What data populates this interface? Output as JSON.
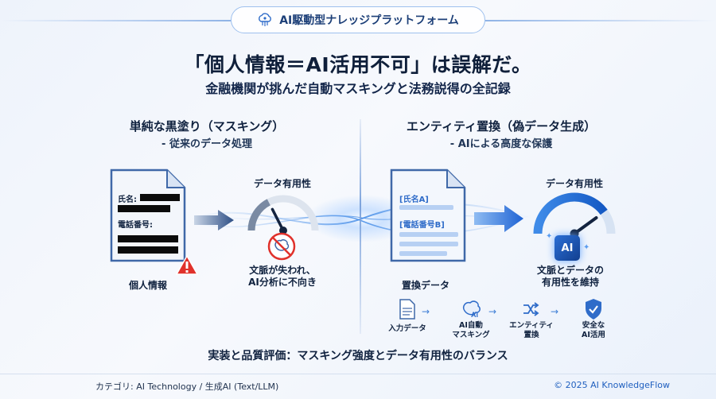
{
  "header": {
    "banner": "AI駆動型ナレッジプラットフォーム",
    "headline": "「個人情報＝AI活用不可」は誤解だ。",
    "subline": "金融機関が挑んだ自動マスキングと法務説得の全記録"
  },
  "left": {
    "title": "単純な黒塗り（マスキング）",
    "subtitle": "- 従来のデータ処理",
    "doc_fields": [
      "氏名:",
      "電話番号:"
    ],
    "doc_caption": "個人情報",
    "gauge_title": "データ有用性",
    "gauge_level": 0.35,
    "gauge_caption_line1": "文脈が失われ、",
    "gauge_caption_line2": "AI分析に不向き"
  },
  "right": {
    "title": "エンティティ置換（偽データ生成）",
    "subtitle": "- AIによる高度な保護",
    "doc_fields": [
      "[氏名A]",
      "[電話番号B]"
    ],
    "doc_caption": "置換データ",
    "gauge_title": "データ有用性",
    "gauge_level": 0.8,
    "chip_text": "AI",
    "gauge_caption_line1": "文脈とデータの",
    "gauge_caption_line2": "有用性を維持",
    "flow": [
      {
        "icon": "document-icon",
        "line1": "入力データ",
        "line2": ""
      },
      {
        "icon": "ai-brain-icon",
        "line1": "AI自動",
        "line2": "マスキング"
      },
      {
        "icon": "shuffle-icon",
        "line1": "エンティティ",
        "line2": "置換"
      },
      {
        "icon": "shield-check-icon",
        "line1": "安全な",
        "line2": "AI活用"
      }
    ]
  },
  "bottom_title": "実装と品質評価：マスキング強度とデータ有用性のバランス",
  "footer": {
    "category": "カテゴリ: AI Technology / 生成AI (Text/LLM)",
    "copyright": "© 2025 AI KnowledgeFlow"
  },
  "colors": {
    "accent": "#2f6cc9",
    "warning": "#e0312b",
    "dark": "#10223f"
  }
}
